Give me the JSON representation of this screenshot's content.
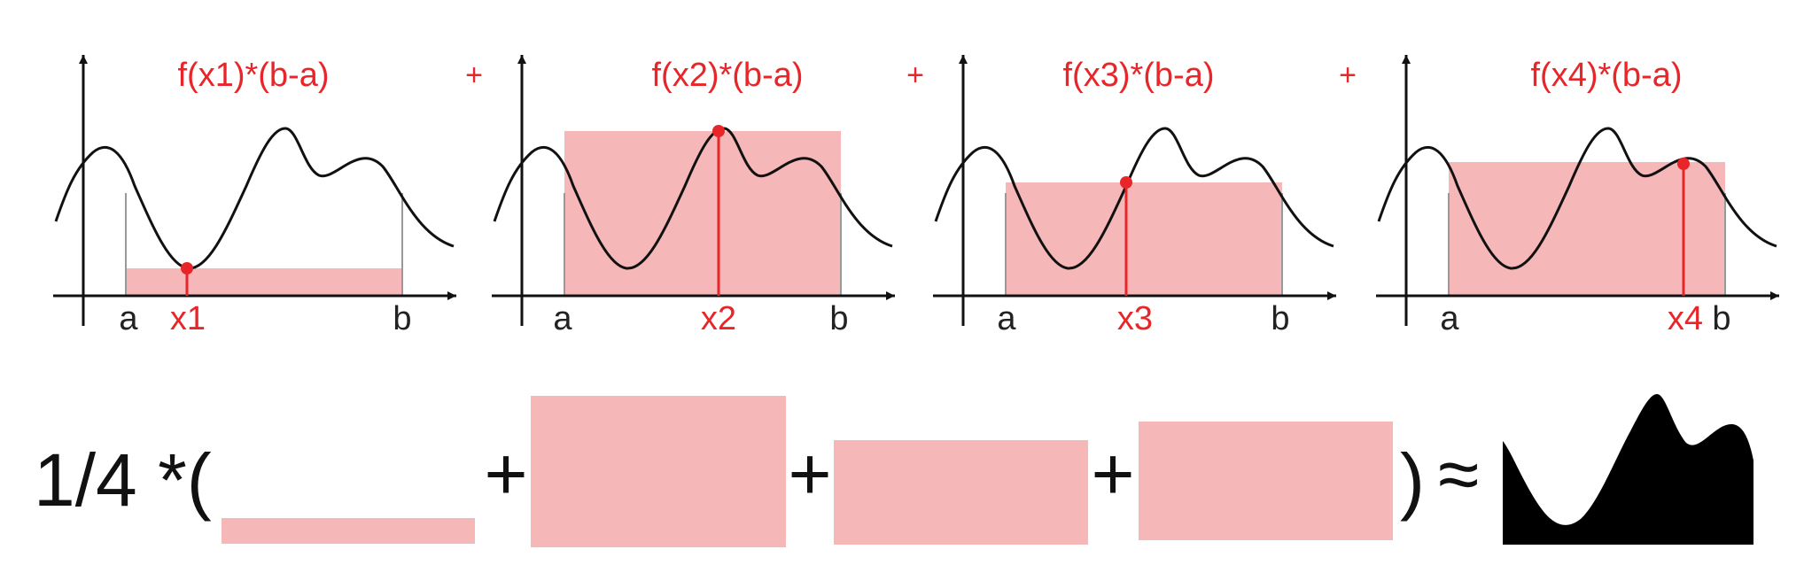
{
  "panels": [
    {
      "formula": "f(x1)*(b-a)",
      "a": "a",
      "b": "b",
      "x": "x1",
      "sample_t": 0.24,
      "rect_height_frac": 0.1
    },
    {
      "formula": "f(x2)*(b-a)",
      "a": "a",
      "b": "b",
      "x": "x2",
      "sample_t": 0.56,
      "rect_height_frac": 0.99
    },
    {
      "formula": "f(x3)*(b-a)",
      "a": "a",
      "b": "b",
      "x": "x3",
      "sample_t": 0.43,
      "rect_height_frac": 0.61
    },
    {
      "formula": "f(x4)*(b-a)",
      "a": "a",
      "b": "b",
      "x": "x4",
      "sample_t": 0.85,
      "rect_height_frac": 0.75
    }
  ],
  "top_operators": [
    "+",
    "+",
    "+"
  ],
  "equation": {
    "prefix": "1/4 *(",
    "plus": [
      "+",
      "+",
      "+"
    ],
    "suffix": ")",
    "approx": "≈"
  },
  "colors": {
    "rect_fill": "#f6b7b8",
    "accent": "#e8262a",
    "curve": "#111111"
  }
}
